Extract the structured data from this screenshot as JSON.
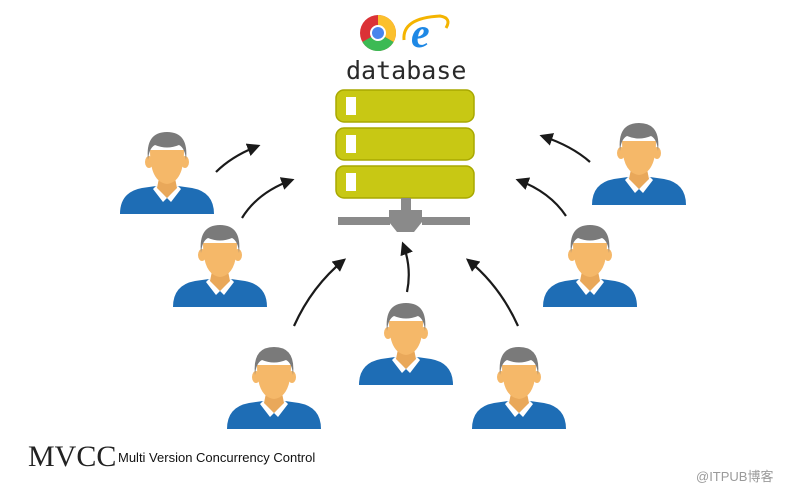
{
  "diagram": {
    "label": "database",
    "caption_title": "MVCC",
    "caption_subtitle": "Multi Version Concurrency Control",
    "watermark": "@ITPUB博客"
  },
  "icons": [
    "chrome-browser-icon",
    "internet-explorer-icon",
    "database-server-icon",
    "user-icon"
  ],
  "colors": {
    "server_bar": "#c8c814",
    "server_bar_edge": "#a8a800",
    "server_connector": "#8a8a8a",
    "user_shirt": "#1e6db5",
    "user_skin": "#f5b869",
    "user_hair": "#7a7a7a",
    "arrow": "#1a1a1a"
  }
}
